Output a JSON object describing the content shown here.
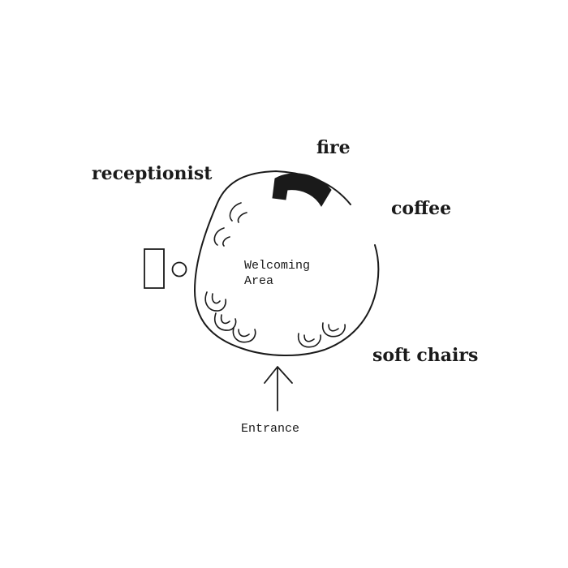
{
  "labels": {
    "fire": "fire",
    "receptionist": "receptionist",
    "coffee": "coffee",
    "soft_chairs": "soft chairs",
    "welcoming_area_line1": "Welcoming",
    "welcoming_area_line2": "Area",
    "entrance": "Entrance"
  },
  "colors": {
    "ink": "#1a1a1a",
    "background": "#ffffff"
  }
}
